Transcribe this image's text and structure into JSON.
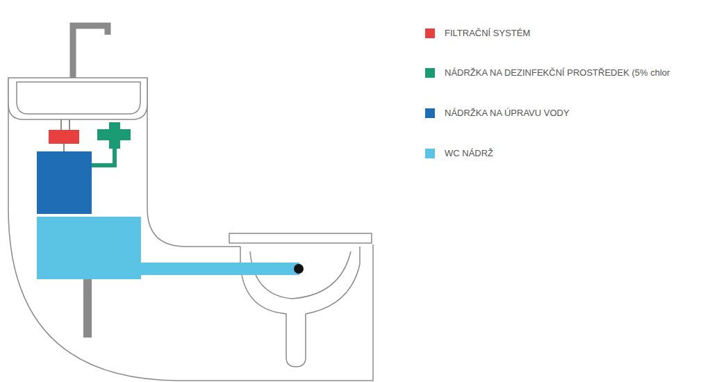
{
  "diagram": {
    "legend": [
      {
        "text": "FILTRAČNÍ SYSTÉM",
        "color": "#e8403f"
      },
      {
        "text": "NÁDRŽKA NA DEZINFEKČNÍ PROSTŘEDEK (5% chlor",
        "color": "#1a9b73"
      },
      {
        "text": "NÁDRŽKA NA ÚPRAVU VODY",
        "color": "#1f6db5"
      },
      {
        "text": "WC NÁDRŽ",
        "color": "#5bc4e5"
      }
    ]
  }
}
